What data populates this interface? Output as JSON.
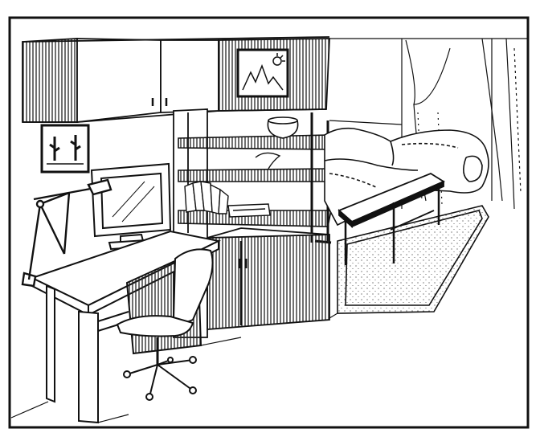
{
  "image": {
    "kind": "line-art-illustration",
    "subject": "interior",
    "colors": {
      "ink": "#111111",
      "paper": "#ffffff",
      "hatch": "#222222"
    },
    "objects": [
      "wall-cabinets",
      "framed-picture-sun",
      "framed-picture-cactus",
      "computer-monitor",
      "desk-lamp",
      "desk",
      "office-chair",
      "shelving-unit",
      "vase",
      "books",
      "low-cabinet",
      "sofa",
      "coffee-table",
      "rug",
      "window-curtain"
    ]
  }
}
